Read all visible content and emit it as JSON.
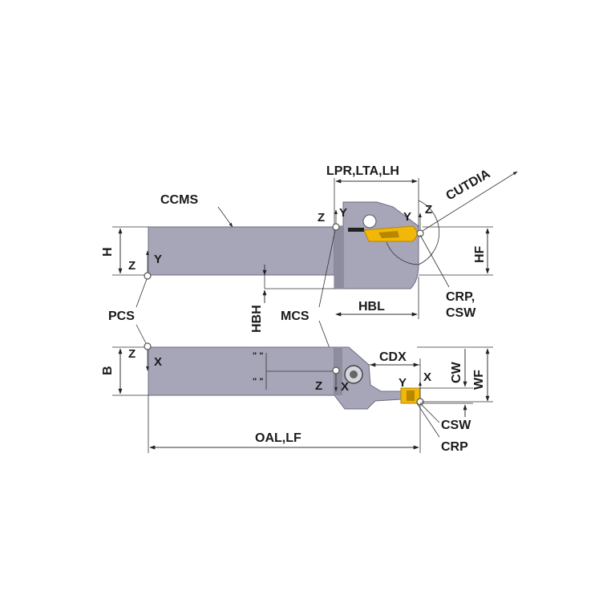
{
  "labels": {
    "ccms": "CCMS",
    "lpr": "LPR,LTA,LH",
    "cutdia": "CUTDIA",
    "h": "H",
    "hf": "HF",
    "z_top_left": "Z",
    "y_top_left": "Y",
    "z_mcs": "Z",
    "y_mcs": "Y",
    "y_crp": "Y",
    "z_crp": "Z",
    "pcs": "PCS",
    "mcs": "MCS",
    "hbh": "HBH",
    "hbl": "HBL",
    "crp_csw_1": "CRP,",
    "crp_csw_2": "CSW",
    "b": "B",
    "z_bottom_left": "Z",
    "x_bottom_left": "X",
    "z_bottom_mid": "Z",
    "x_bottom_mid": "X",
    "cdx": "CDX",
    "y_bottom": "Y",
    "x_bottom": "X",
    "cw": "CW",
    "wf": "WF",
    "csw": "CSW",
    "crp": "CRP",
    "oal": "OAL,LF"
  },
  "colors": {
    "body": "#a7a6b8",
    "body_dark": "#8e8da0",
    "insert": "#f2b707",
    "insert_dark": "#b88700",
    "outline": "#333333"
  }
}
